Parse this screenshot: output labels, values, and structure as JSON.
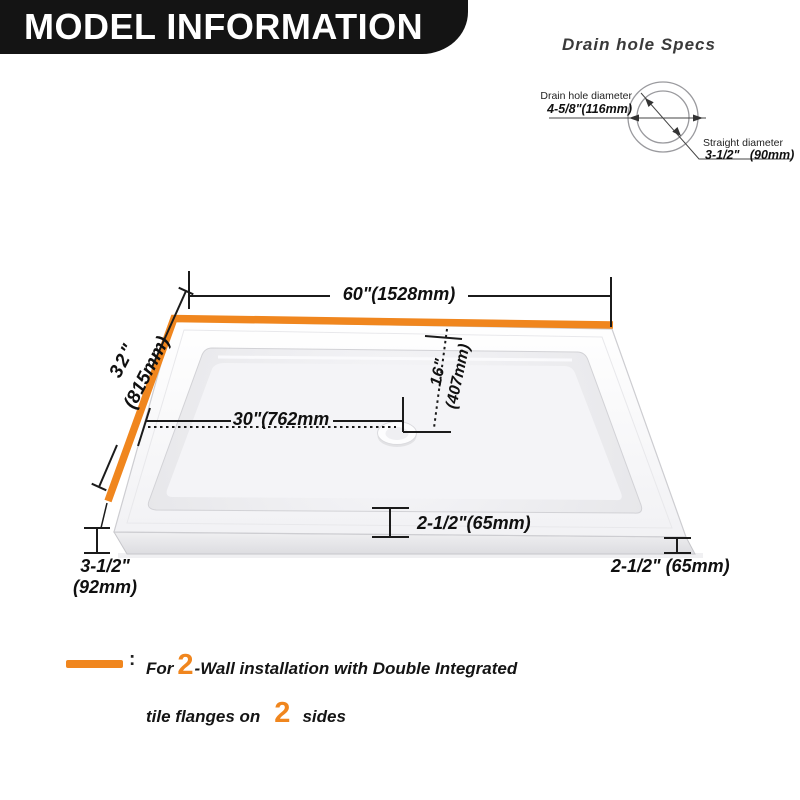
{
  "header": {
    "title": "MODEL INFORMATION"
  },
  "drain_specs": {
    "title": "Drain hole Specs",
    "hole_diameter_label": "Drain hole diameter",
    "hole_diameter_value": "4-5/8\"(116mm)",
    "straight_diameter_label": "Straight diameter",
    "straight_diameter_value": "3-1/2\"   (90mm)"
  },
  "dimensions": {
    "width": "60\"(1528mm)",
    "depth_in": "32\"",
    "depth_mm": "(815mm)",
    "drain_offset_x": "30\"(762mm",
    "drain_offset_y_in": "16\"",
    "drain_offset_y_mm": "(407mm)",
    "basin_depth": "2-1/2\"(65mm)",
    "right_flange_height": "2-1/2\" (65mm)",
    "left_flange_height_in": "3-1/2\"",
    "left_flange_height_mm": "(92mm)"
  },
  "legend": {
    "colon": ":",
    "line1_pre": "For",
    "line1_num": "2",
    "line1_post": "-Wall installation with Double Integrated",
    "line2_pre": "tile flanges on",
    "line2_num": "2",
    "line2_post": "sides"
  },
  "colors": {
    "accent_orange": "#F0861E",
    "header_bg": "#141414"
  }
}
